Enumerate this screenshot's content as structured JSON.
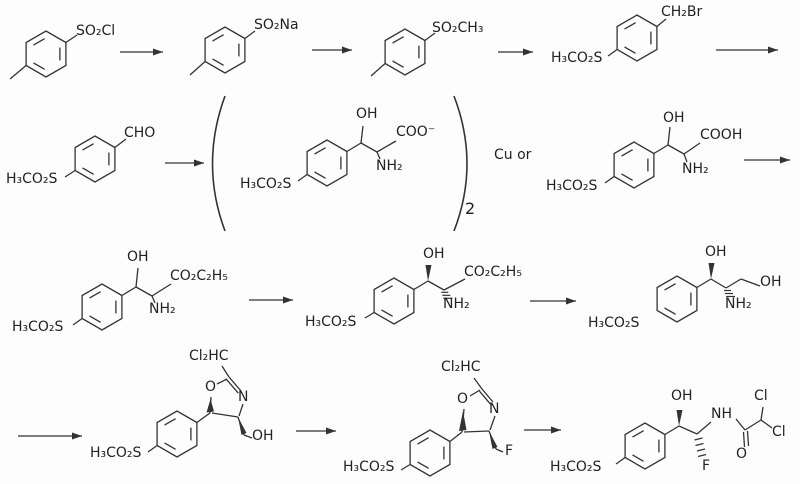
{
  "colors": {
    "line": "#333333",
    "text": "#222222",
    "background": "#fdfdfd"
  },
  "scheme": {
    "row1": {
      "tosyl_chloride": {
        "substituent": "SO₂Cl"
      },
      "sodium_sulfinate": {
        "substituent": "SO₂Na"
      },
      "methyl_tolyl_sulfone": {
        "substituent": "SO₂CH₃"
      },
      "msyl_benzyl_bromide": {
        "bromomethyl": "CH₂Br",
        "methylsulfonyl": "H₃CO₂S"
      }
    },
    "row2": {
      "msyl_benzaldehyde": {
        "aldehyde": "CHO",
        "methylsulfonyl": "H₃CO₂S"
      },
      "bis_complex": {
        "hydroxyl": "OH",
        "carboxylate": "COO⁻",
        "amino": "NH₂",
        "methylsulfonyl": "H₃CO₂S",
        "stoichiometry": "2"
      },
      "condition_label": "Cu or",
      "threo_amino_acid": {
        "hydroxyl": "OH",
        "carboxylic_acid": "COOH",
        "amino": "NH₂",
        "methylsulfonyl": "H₃CO₂S"
      }
    },
    "row3": {
      "ethyl_ester": {
        "hydroxyl": "OH",
        "ester": "CO₂C₂H₅",
        "amino": "NH₂",
        "methylsulfonyl": "H₃CO₂S"
      },
      "resolved_ester": {
        "hydroxyl": "OH",
        "ester": "CO₂C₂H₅",
        "amino": "NH₂",
        "methylsulfonyl": "H₃CO₂S"
      },
      "amino_diol": {
        "hydroxyl_top": "OH",
        "hydroxyl_end": "OH",
        "amino": "NH₂",
        "methylsulfonyl": "H₃CO₂S"
      }
    },
    "row4": {
      "oxazoline_alcohol": {
        "dichloromethyl": "Cl₂HC",
        "ring_oxygen": "O",
        "ring_nitrogen": "N",
        "hydroxyl": "OH",
        "methylsulfonyl": "H₃CO₂S"
      },
      "oxazoline_fluoride": {
        "dichloromethyl": "Cl₂HC",
        "ring_oxygen": "O",
        "ring_nitrogen": "N",
        "fluoro": "F",
        "methylsulfonyl": "H₃CO₂S"
      },
      "florfenicol": {
        "hydroxyl": "OH",
        "amide_nh": "NH",
        "chloro_top": "Cl",
        "chloro_right": "Cl",
        "carbonyl_oxygen": "O",
        "fluoro": "F",
        "methylsulfonyl": "H₃CO₂S"
      }
    }
  }
}
